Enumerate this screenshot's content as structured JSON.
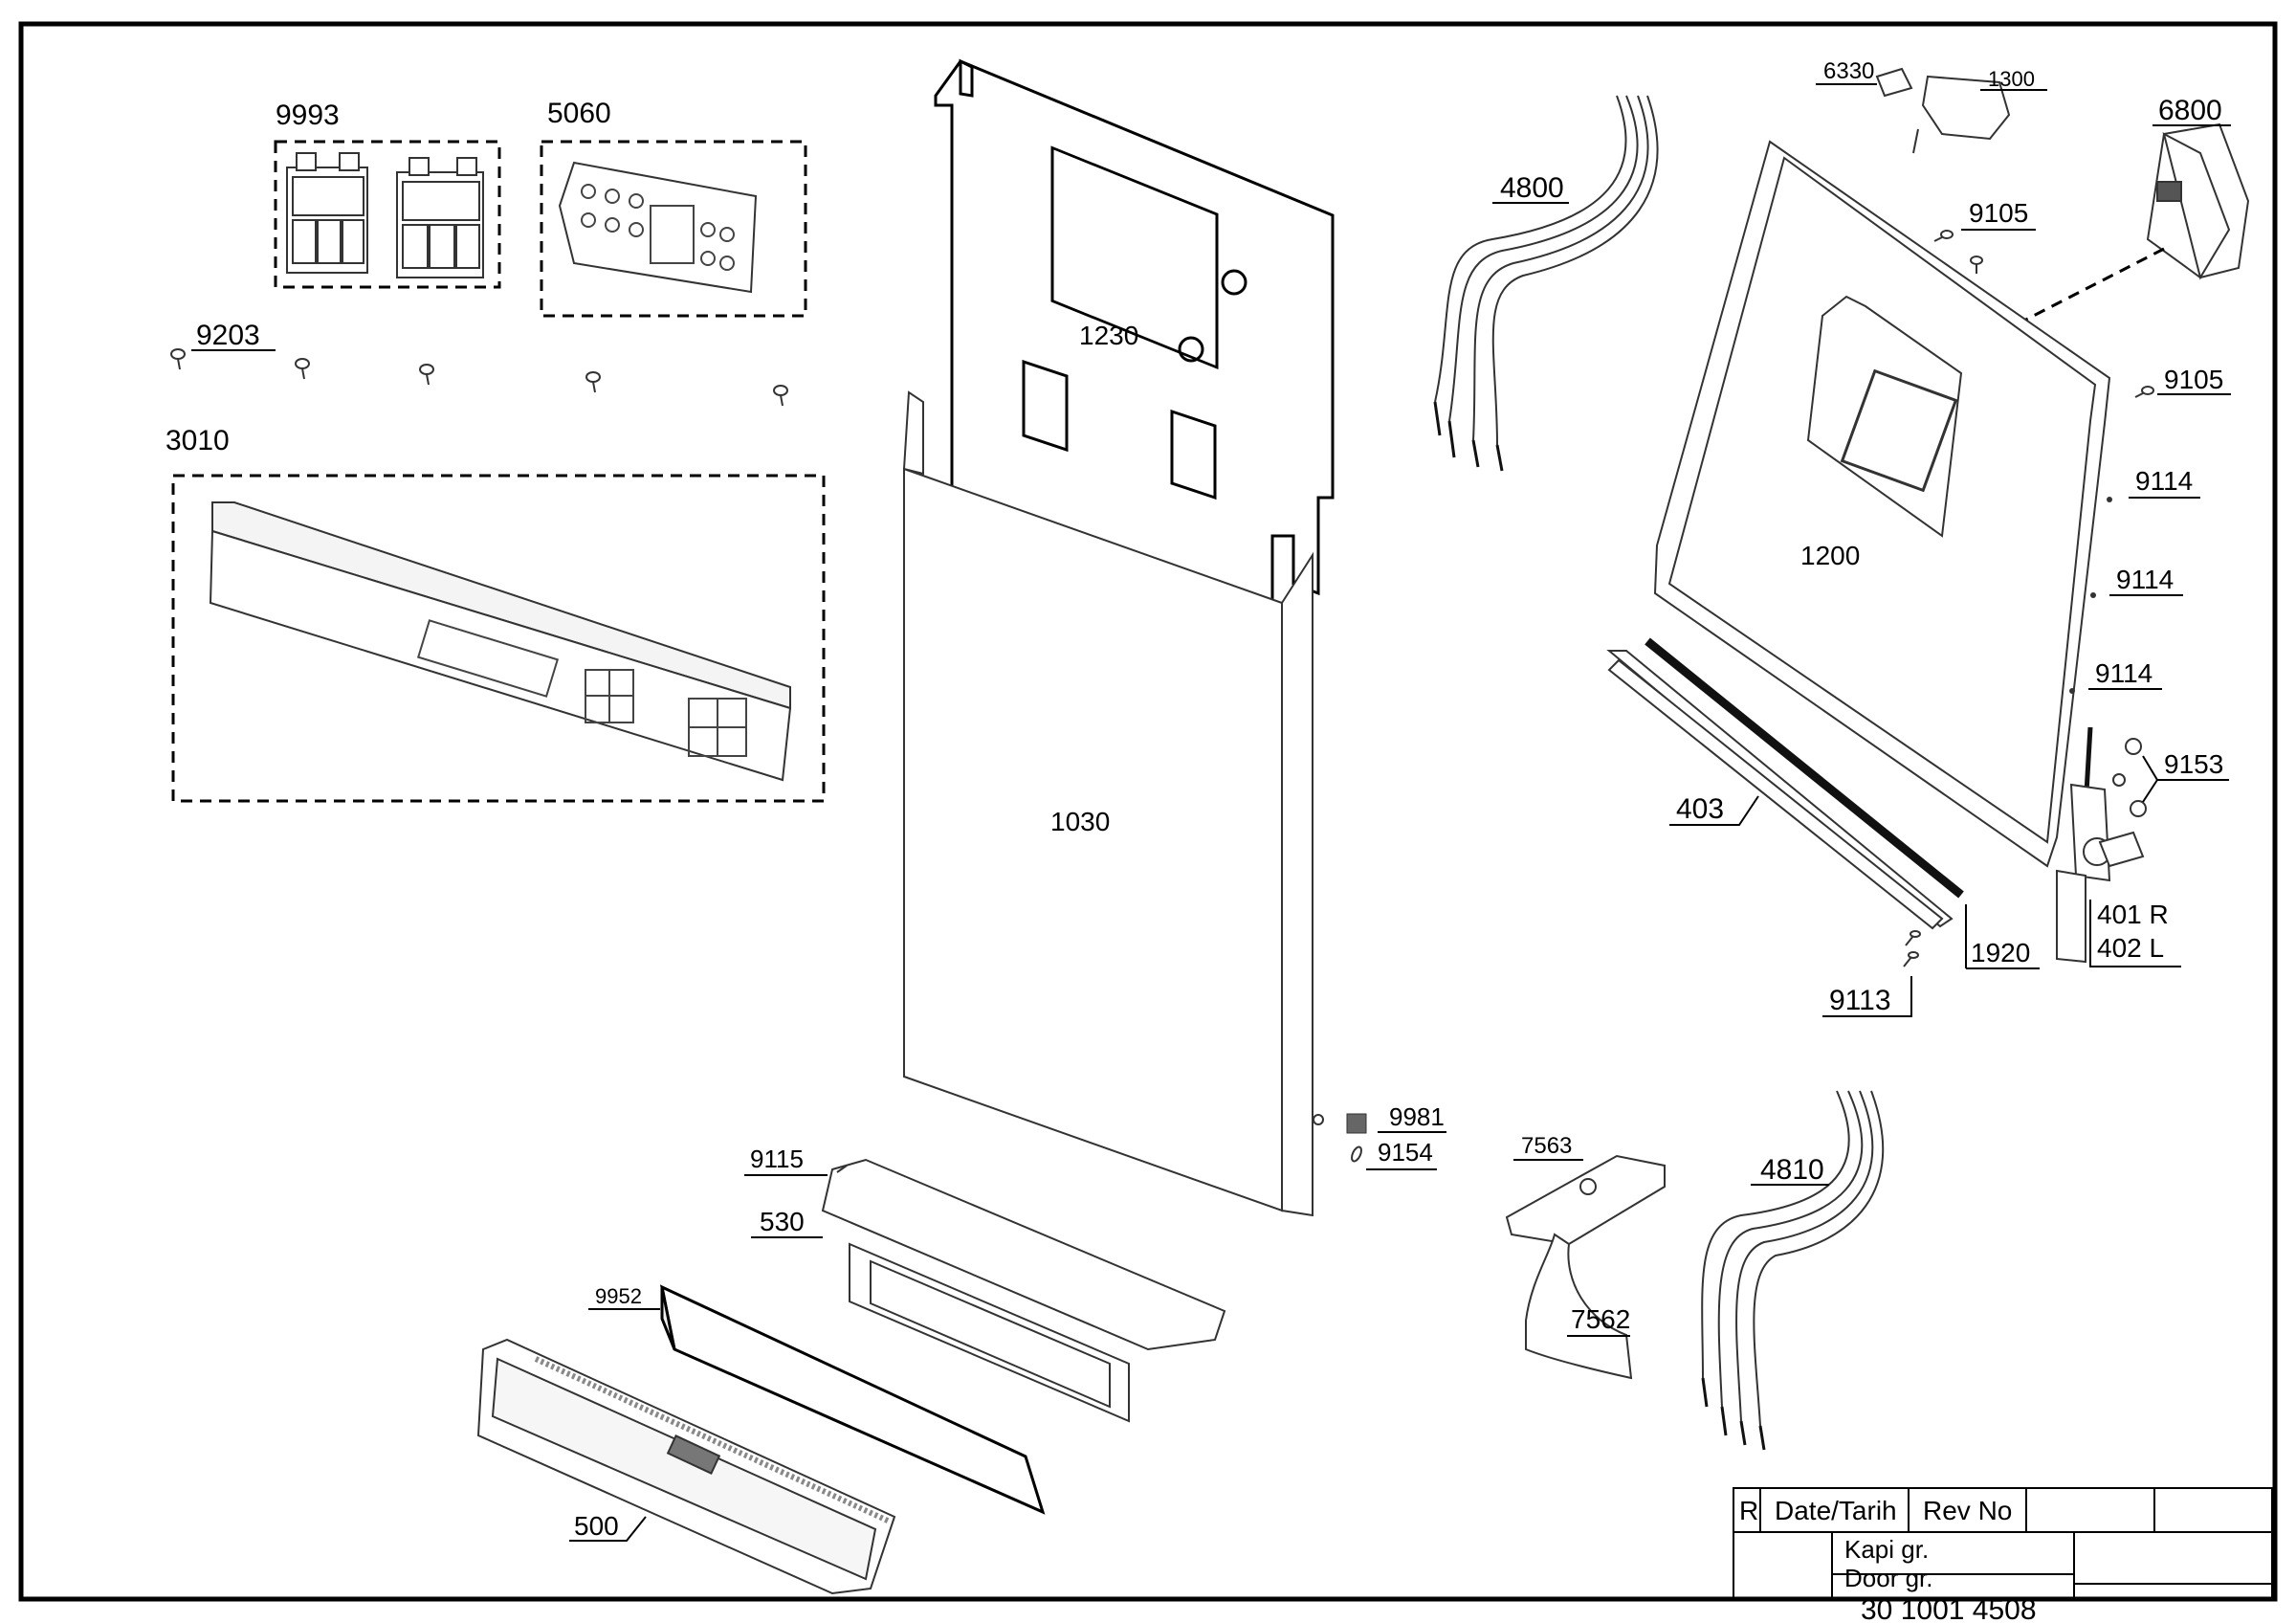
{
  "labels": {
    "p9993": "9993",
    "p5060": "5060",
    "p9203": "9203",
    "p3010": "3010",
    "p1230": "1230",
    "p1030": "1030",
    "p4800": "4800",
    "p6330": "6330",
    "p1300": "1300",
    "p6800": "6800",
    "p9105a": "9105",
    "p9105b": "9105",
    "p1200": "1200",
    "p9114a": "9114",
    "p9114b": "9114",
    "p9114c": "9114",
    "p9153": "9153",
    "p403": "403",
    "p401": "401 R",
    "p402": "402 L",
    "p1920": "1920",
    "p9113": "9113",
    "p9981": "9981",
    "p9154": "9154",
    "p9115": "9115",
    "p530": "530",
    "p9952": "9952",
    "p500": "500",
    "p7563": "7563",
    "p7562": "7562",
    "p4810": "4810"
  },
  "title_block": {
    "r": "R",
    "date": "Date/Tarih",
    "rev": "Rev No",
    "name_tr": "Kapi gr.",
    "name_en": "Door gr.",
    "number": "30 1001 4508"
  }
}
